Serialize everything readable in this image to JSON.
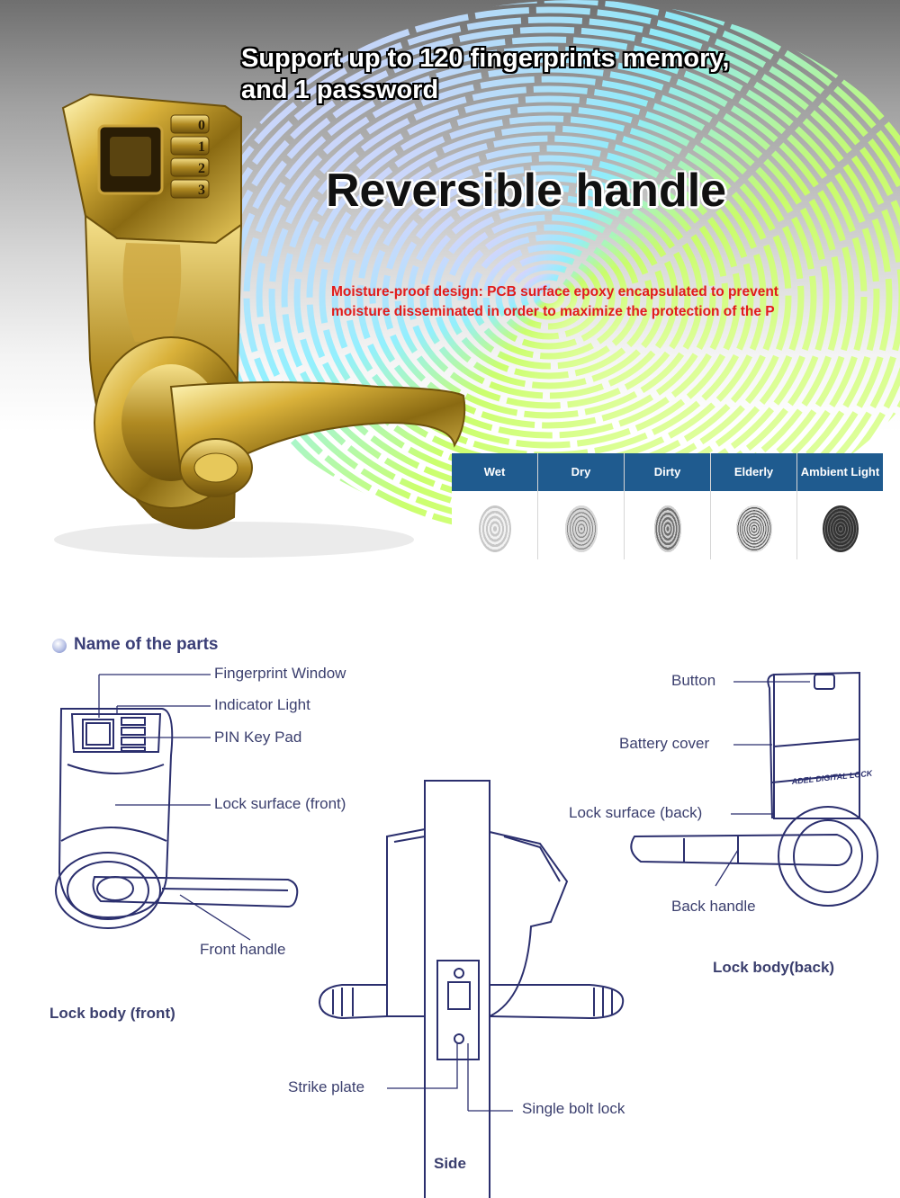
{
  "hero": {
    "headline_line1": "Support up to 120 fingerprints memory,",
    "headline_line2": "and 1 password",
    "headline_big": "Reversible handle",
    "moisture_line1": "Moisture-proof design: PCB surface epoxy encapsulated to prevent",
    "moisture_line2": "moisture disseminated in order to maximize the protection of the P",
    "keypad_keys": [
      "0",
      "1",
      "2",
      "3"
    ]
  },
  "fingerprint_table": {
    "columns": [
      "Wet",
      "Dry",
      "Dirty",
      "Elderly",
      "Ambient Light"
    ]
  },
  "parts": {
    "title": "Name of the parts",
    "front_labels": {
      "fingerprint_window": "Fingerprint Window",
      "indicator_light": "Indicator Light",
      "pin_key_pad": "PIN Key Pad",
      "lock_surface_front": "Lock surface (front)",
      "front_handle": "Front handle",
      "caption": "Lock body (front)"
    },
    "side_labels": {
      "strike_plate": "Strike plate",
      "single_bolt_lock": "Single bolt lock",
      "caption": "Side"
    },
    "back_labels": {
      "button": "Button",
      "battery_cover": "Battery cover",
      "lock_surface_back": "Lock surface (back)",
      "back_handle": "Back handle",
      "caption": "Lock body(back)",
      "brand_stamp": "ADEL DIGITAL LOCK"
    }
  }
}
